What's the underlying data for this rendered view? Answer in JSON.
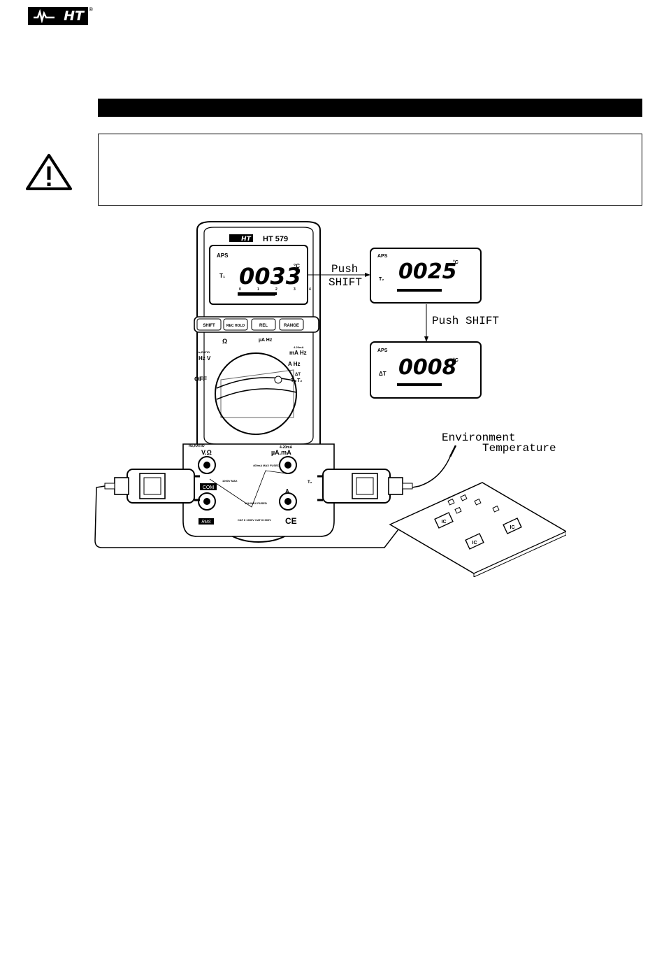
{
  "header": {
    "logo_text": "HT",
    "registered_mark": "®"
  },
  "section_heading": "",
  "warning_text": "",
  "figure": {
    "meter": {
      "brand": "HT",
      "model": "HT 579",
      "lcd_top_label": "APS",
      "lcd_reading": "0033",
      "lcd_unit": "°C",
      "lcd_indicator": "T₁",
      "scale_ticks": [
        "0",
        "1",
        "2",
        "3",
        "4"
      ],
      "buttons": [
        "SHIFT",
        "REC HOLD",
        "REL",
        "RANGE"
      ],
      "dial_labels": {
        "off": "OFF",
        "ohm": "Ω",
        "ua_hz": "µA Hz",
        "ma_hz": "mA Hz",
        "ma_4_20": "4-20mA",
        "a_hz": "A Hz",
        "hz_v": "Hz V",
        "hz_ratio": "Hz,RATIO",
        "t1t2": "T₁ T₂",
        "delta_t": "ΔT"
      },
      "terminals": {
        "vohm_label": "V.Ω",
        "uama_label": "µA.mA",
        "uama_top": "4-20mA",
        "hzratio": "Hz,RATIO",
        "com_label": "COM",
        "a_label": "A",
        "v_max": "1000V MAX",
        "ma_max": "400mA MAX FUSED",
        "a_max": "10A MAX FUSED",
        "cat": "CAT II 1000V  CAT III 600V",
        "t1": "T₁",
        "t2": "T₂",
        "rms": "RMS",
        "ce": "CE"
      }
    },
    "lcd_t2": {
      "top_label": "APS",
      "reading": "0025",
      "unit": "°C",
      "indicator": "T₂"
    },
    "lcd_dt": {
      "top_label": "APS",
      "reading": "0008",
      "unit": "°C",
      "indicator": "ΔT"
    },
    "arrow_label_1a": "Push",
    "arrow_label_1b": "SHIFT",
    "arrow_label_2": "Push  SHIFT",
    "env_label_1": "Environment",
    "env_label_2": "Temperature",
    "ic_label": "IC"
  }
}
